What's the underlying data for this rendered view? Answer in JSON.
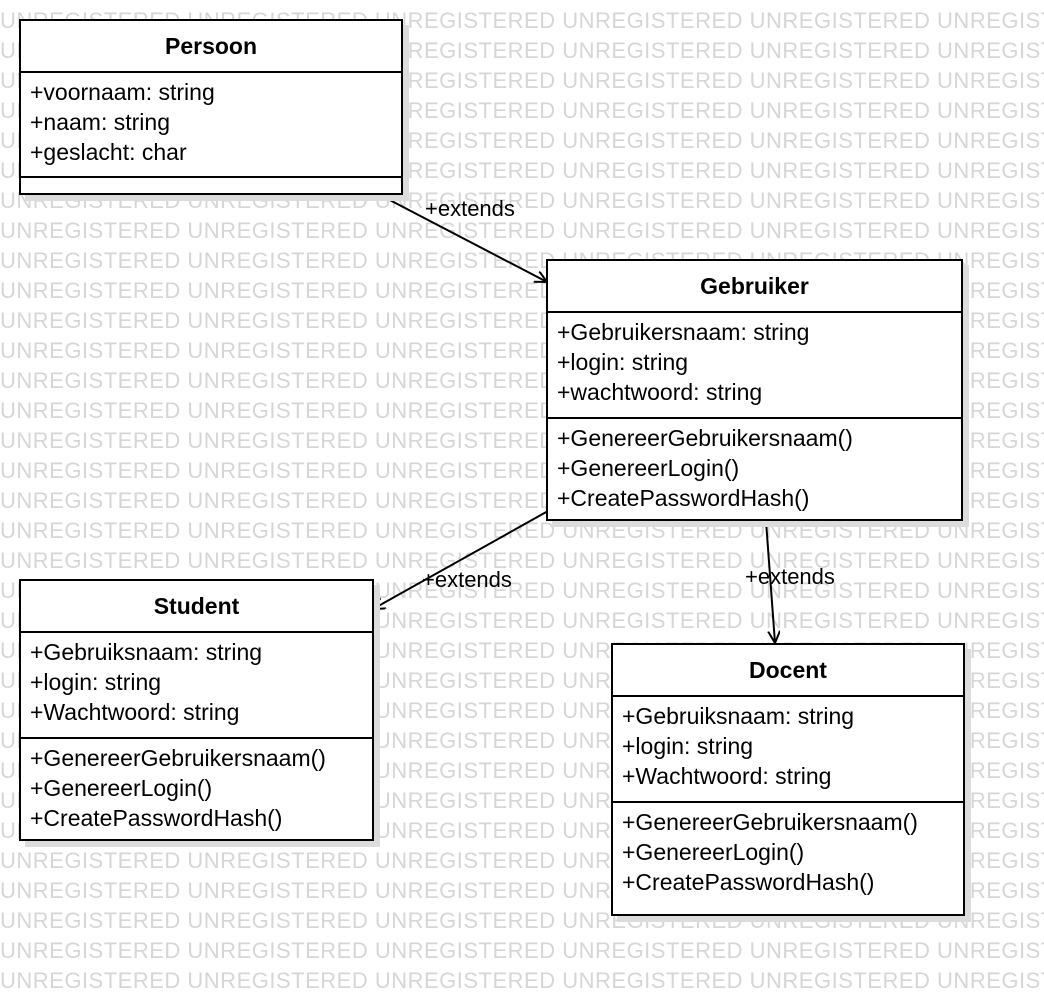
{
  "watermark": {
    "text": "UNREGISTERED UNREGISTERED UNREGISTERED UNREGISTERED UNREGISTERED UNREGISTERED",
    "color": "#d6d6d6"
  },
  "classes": {
    "persoon": {
      "name": "Persoon",
      "attributes": [
        "+voornaam: string",
        "+naam: string",
        "+geslacht: char"
      ],
      "operations": []
    },
    "gebruiker": {
      "name": "Gebruiker",
      "attributes": [
        "+Gebruikersnaam: string",
        "+login: string",
        "+wachtwoord: string"
      ],
      "operations": [
        "+GenereerGebruikersnaam()",
        "+GenereerLogin()",
        "+CreatePasswordHash()"
      ]
    },
    "student": {
      "name": "Student",
      "attributes": [
        "+Gebruiksnaam: string",
        "+login: string",
        "+Wachtwoord: string"
      ],
      "operations": [
        "+GenereerGebruikersnaam()",
        "+GenereerLogin()",
        "+CreatePasswordHash()"
      ]
    },
    "docent": {
      "name": "Docent",
      "attributes": [
        "+Gebruiksnaam: string",
        "+login: string",
        "+Wachtwoord: string"
      ],
      "operations": [
        "+GenereerGebruikersnaam()",
        "+GenereerLogin()",
        "+CreatePasswordHash()"
      ]
    }
  },
  "relations": [
    {
      "from": "Persoon",
      "to": "Gebruiker",
      "label": "+extends"
    },
    {
      "from": "Gebruiker",
      "to": "Student",
      "label": "+extends"
    },
    {
      "from": "Gebruiker",
      "to": "Docent",
      "label": "+extends"
    }
  ],
  "colors": {
    "line": "#000000",
    "shadow": "#dcdcdc",
    "background": "#ffffff"
  }
}
